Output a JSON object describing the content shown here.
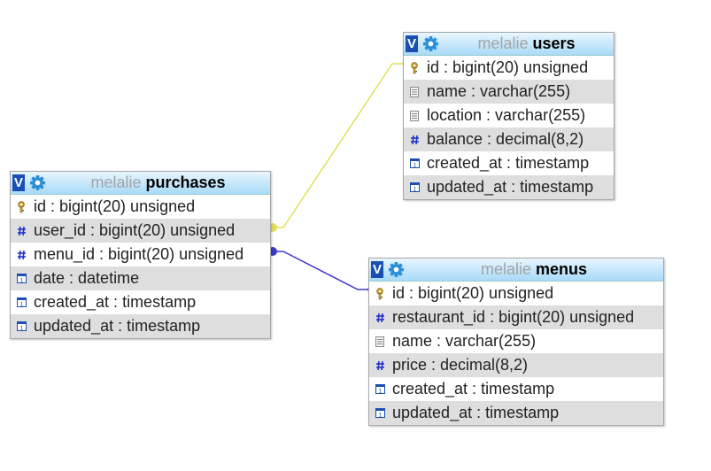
{
  "colors": {
    "fk_users": "#e2e05a",
    "fk_menus": "#3a3acc",
    "header_top": "#e9f6fe",
    "header_bottom": "#a9daf8",
    "toggle_bg": "#1a4fb3",
    "db_name": "#a4a4a4",
    "key_icon": "#d7b13a",
    "numeric_icon": "#2233cc"
  },
  "toggle_label": "V",
  "tables": {
    "users": {
      "db": "melalie",
      "name": "users",
      "columns": [
        {
          "text": "id : bigint(20) unsigned",
          "icon": "key-icon"
        },
        {
          "text": "name : varchar(255)",
          "icon": "text-type-icon"
        },
        {
          "text": "location : varchar(255)",
          "icon": "text-type-icon"
        },
        {
          "text": "balance : decimal(8,2)",
          "icon": "numeric-type-icon"
        },
        {
          "text": "created_at : timestamp",
          "icon": "datetime-type-icon"
        },
        {
          "text": "updated_at : timestamp",
          "icon": "datetime-type-icon"
        }
      ]
    },
    "purchases": {
      "db": "melalie",
      "name": "purchases",
      "columns": [
        {
          "text": "id : bigint(20) unsigned",
          "icon": "key-icon"
        },
        {
          "text": "user_id : bigint(20) unsigned",
          "icon": "numeric-type-icon"
        },
        {
          "text": "menu_id : bigint(20) unsigned",
          "icon": "numeric-type-icon"
        },
        {
          "text": "date : datetime",
          "icon": "datetime-type-icon"
        },
        {
          "text": "created_at : timestamp",
          "icon": "datetime-type-icon"
        },
        {
          "text": "updated_at : timestamp",
          "icon": "datetime-type-icon"
        }
      ]
    },
    "menus": {
      "db": "melalie",
      "name": "menus",
      "columns": [
        {
          "text": "id : bigint(20) unsigned",
          "icon": "key-icon"
        },
        {
          "text": "restaurant_id : bigint(20) unsigned",
          "icon": "numeric-type-icon"
        },
        {
          "text": "name : varchar(255)",
          "icon": "text-type-icon"
        },
        {
          "text": "price : decimal(8,2)",
          "icon": "numeric-type-icon"
        },
        {
          "text": "created_at : timestamp",
          "icon": "datetime-type-icon"
        },
        {
          "text": "updated_at : timestamp",
          "icon": "datetime-type-icon"
        }
      ]
    }
  }
}
